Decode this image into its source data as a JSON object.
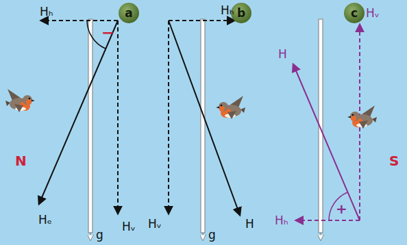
{
  "diagram": {
    "nodes": [
      {
        "text": [
          "a"
        ]
      },
      {
        "text": [
          "b"
        ]
      },
      {
        "text": [
          "c"
        ]
      }
    ],
    "labels": [
      "Hₕ",
      "−",
      "Hₑ",
      "Hᵥ",
      "g",
      "N",
      "Hₕ",
      "Hᵥ",
      "g",
      "H",
      "H",
      "Hᵥ",
      "Hₕ",
      "+",
      "S"
    ]
  }
}
